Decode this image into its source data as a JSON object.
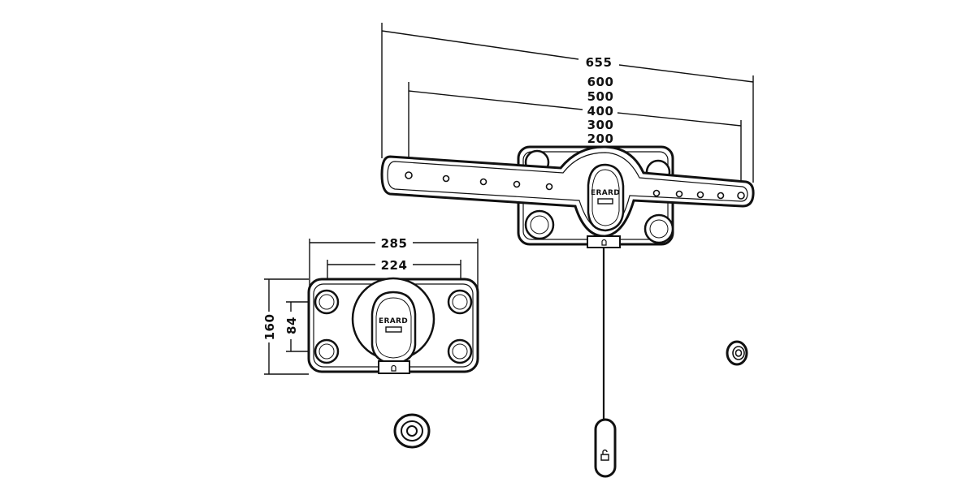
{
  "diagram": {
    "brand_label": "ERARD",
    "arm_dimensions": {
      "overall_width": "655",
      "hole_spacings": [
        "600",
        "500",
        "400",
        "300",
        "200"
      ]
    },
    "plate_dimensions": {
      "outer_width": "285",
      "hole_width": "224",
      "outer_height": "160",
      "hole_height": "84"
    }
  }
}
